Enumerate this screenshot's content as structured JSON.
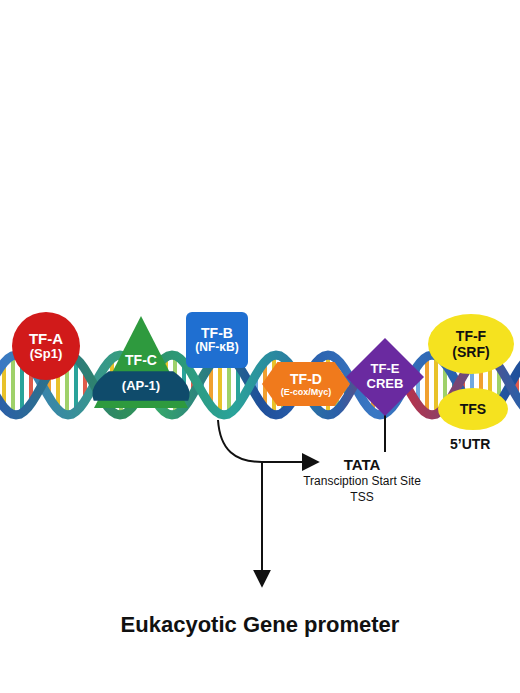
{
  "diagram": {
    "title": "Eukacyotic Gene prometer",
    "nodes": [
      {
        "text": [
          "TF-A",
          "(Sp1)"
        ]
      },
      {
        "text": [
          "TF-C",
          "(AP-1)"
        ]
      },
      {
        "text": [
          "TF-B",
          "(NF-κB)"
        ]
      },
      {
        "text": [
          "TF-D",
          "(E-cox/Myc)"
        ]
      },
      {
        "text": [
          "TF-E",
          "CREB"
        ]
      },
      {
        "text": [
          "TF-F",
          "(SRF)"
        ]
      },
      {
        "text": [
          "TFS"
        ]
      }
    ],
    "labels": [
      "5’UTR",
      "TATA",
      "Transciption Start Site",
      "TSS"
    ]
  }
}
